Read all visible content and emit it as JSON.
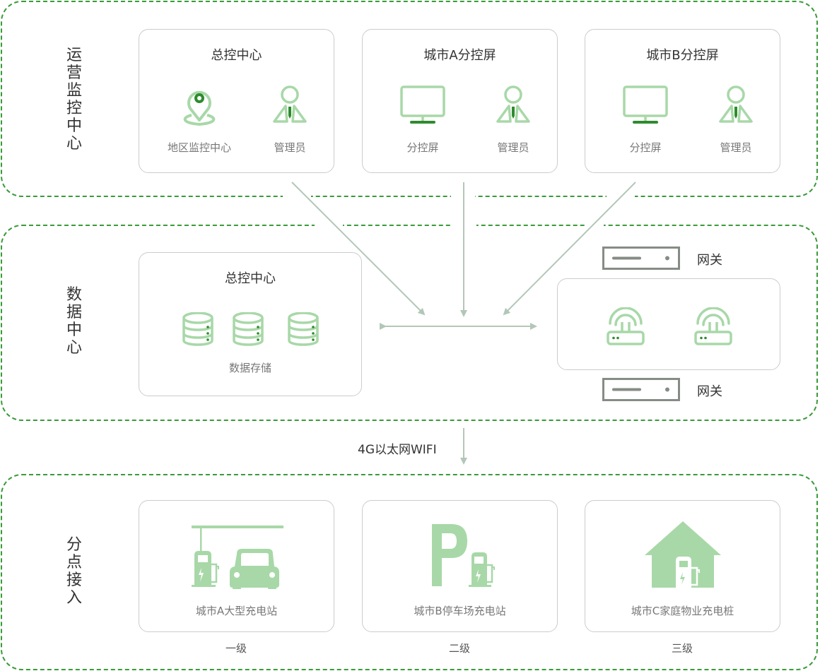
{
  "colors": {
    "zone_border": "#3a9a3a",
    "icon_light": "#a8d8a8",
    "icon_dark": "#2e8b2e",
    "connector": "#b3c7b8",
    "gateway": "#858c85"
  },
  "zones": {
    "ops": {
      "label": "运营监控中心",
      "cards": [
        {
          "title": "总控中心",
          "items": [
            {
              "icon": "map-pin-icon",
              "label": "地区监控中心"
            },
            {
              "icon": "admin-user-icon",
              "label": "管理员"
            }
          ]
        },
        {
          "title": "城市A分控屏",
          "items": [
            {
              "icon": "monitor-icon",
              "label": "分控屏"
            },
            {
              "icon": "admin-user-icon",
              "label": "管理员"
            }
          ]
        },
        {
          "title": "城市B分控屏",
          "items": [
            {
              "icon": "monitor-icon",
              "label": "分控屏"
            },
            {
              "icon": "admin-user-icon",
              "label": "管理员"
            }
          ]
        }
      ]
    },
    "data": {
      "label": "数据中心",
      "storage_card": {
        "title": "总控中心",
        "label": "数据存储",
        "icon": "database-icon",
        "count": 3
      },
      "gateway_top": {
        "icon": "gateway-icon",
        "label": "网关"
      },
      "gateway_bottom": {
        "icon": "gateway-icon",
        "label": "网关"
      },
      "router_card": {
        "icon": "wifi-router-icon",
        "count": 2
      }
    },
    "link": {
      "label": "4G以太网WIFI"
    },
    "access": {
      "label": "分点接入",
      "cards": [
        {
          "icon": "charging-station-car-icon",
          "label": "城市A大型充电站",
          "tier": "一级"
        },
        {
          "icon": "parking-charger-icon",
          "label": "城市B停车场充电站",
          "tier": "二级"
        },
        {
          "icon": "home-charger-icon",
          "label": "城市C家庭物业充电桩",
          "tier": "三级"
        }
      ]
    }
  }
}
